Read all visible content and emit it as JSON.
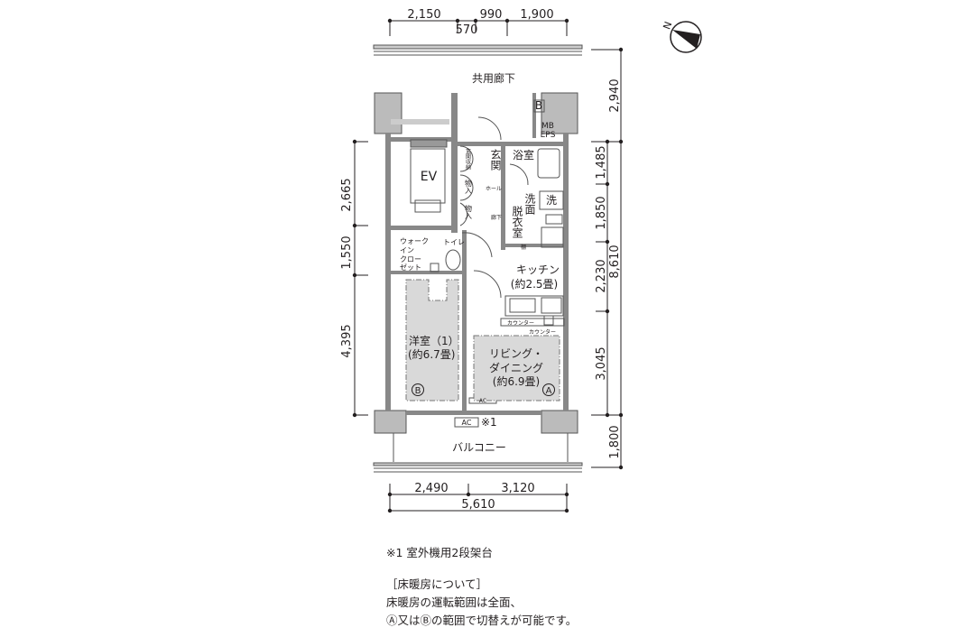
{
  "dimensions": {
    "top": [
      "2,150",
      "990",
      "1,900"
    ],
    "top_inner": "570",
    "left": [
      "2,665",
      "1,550",
      "4,395"
    ],
    "right": [
      "2,940",
      "1,485",
      "1,850",
      "2,230",
      "3,045",
      "1,800"
    ],
    "right_total": "8,610",
    "bottom": [
      "2,490",
      "3,120"
    ],
    "bottom_total": "5,610"
  },
  "compass": {
    "label": "N"
  },
  "areas": {
    "corridor": "共用廊下",
    "balcony": "バルコニー",
    "mb": "MB",
    "eps": "EPS",
    "b_box": "B",
    "ev": "EV",
    "entrance": "玄関",
    "entrance_storage": "玄関収納",
    "storage1": "物入",
    "storage2": "物入",
    "hall": "ホール",
    "hallway": "廊下",
    "bath": "浴室",
    "washer": "洗",
    "washroom_a": "洗面",
    "washroom_b": "脱衣室",
    "shelf": "棚",
    "wic": [
      "ウォーク",
      "イン",
      "クロー",
      "ゼット"
    ],
    "toilet": "トイレ",
    "kitchen": "キッチン",
    "kitchen_size": "(約2.5畳)",
    "counter1": "カウンター",
    "counter2": "カウンター",
    "western_room": "洋室（1）",
    "western_size": "(約6.7畳)",
    "living1": "リビング・",
    "living2": "ダイニング",
    "living_size": "(約6.9畳)",
    "zone_b": "B",
    "zone_a": "A",
    "ac_inner": "AC",
    "ac_outer": "AC",
    "ac_note_mark": "※1"
  },
  "notes": {
    "note1": "※1 室外機用2段架台",
    "heading": "［床暖房について］",
    "line1": "床暖房の運転範囲は全面、",
    "line2": "Ⓐ又はⒷの範囲で切替えが可能です。"
  }
}
